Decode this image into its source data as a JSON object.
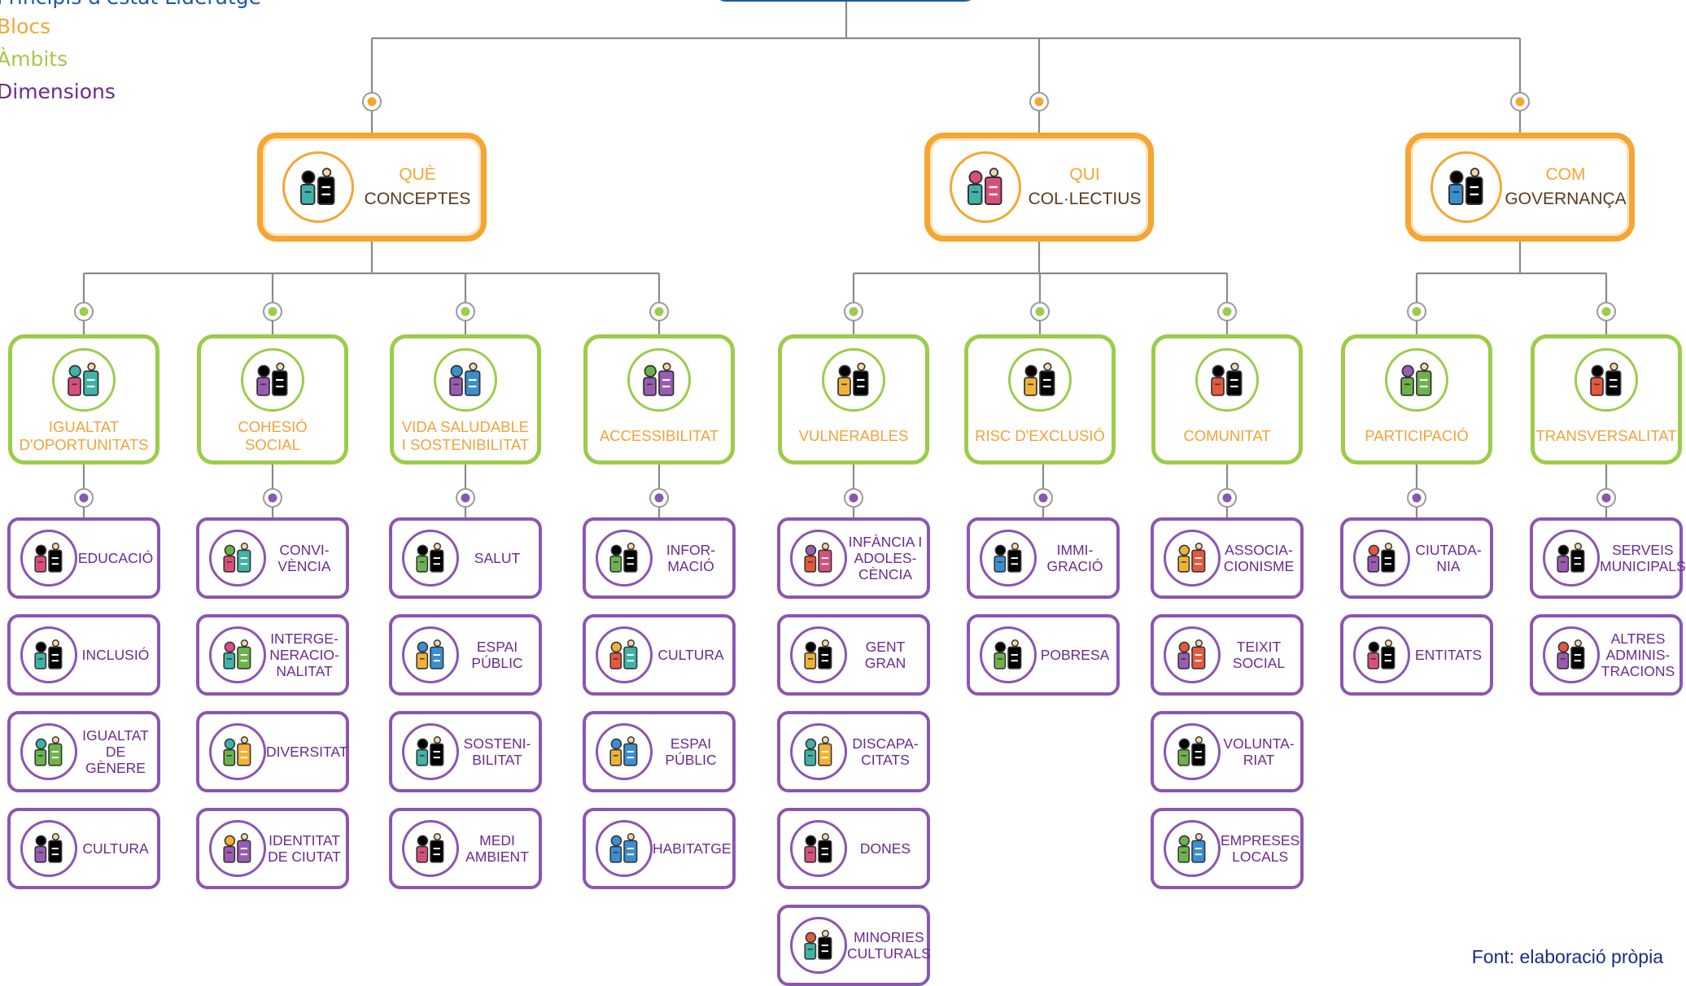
{
  "legend": [
    {
      "label": "Principis d'estat Lideratge",
      "color": "#1e5aa0"
    },
    {
      "label": "Blocs",
      "color": "#f6a531"
    },
    {
      "label": "Àmbits",
      "color": "#a8c84a"
    },
    {
      "label": "Dimensions",
      "color": "#6b2a8e"
    }
  ],
  "colors": {
    "line": "#8a8a8a",
    "bloc": "#f6a531",
    "ambit": "#9ccc4a",
    "dimension": "#8a56b4",
    "root": "#1e5aa0"
  },
  "blocs": [
    {
      "question": "QUÈ",
      "name": "CONCEPTES",
      "icon": "checklist-icon",
      "ambits": [
        {
          "label": "IGUALTAT\nD'OPORTUNITATS",
          "icon": "balance-people-icon",
          "dimensions": [
            {
              "label": "EDUCACIÓ",
              "icon": "globe-graduation-icon"
            },
            {
              "label": "INCLUSIÓ",
              "icon": "hands-together-icon"
            },
            {
              "label": "IGUALTAT\nDE\nGÈNERE",
              "icon": "gender-equality-icon"
            },
            {
              "label": "CULTURA",
              "icon": "theater-masks-icon"
            }
          ]
        },
        {
          "label": "COHESIÓ\nSOCIAL",
          "icon": "community-people-icon",
          "dimensions": [
            {
              "label": "CONVI-\nVÈNCIA",
              "icon": "people-heart-icon"
            },
            {
              "label": "INTERGE-\nNERACIO-\nNALITAT",
              "icon": "generations-icon"
            },
            {
              "label": "DIVERSITAT",
              "icon": "diverse-circle-icon"
            },
            {
              "label": "IDENTITAT\nDE CIUTAT",
              "icon": "city-building-icon"
            }
          ]
        },
        {
          "label": "VIDA SALUDABLE\nI SOSTENIBILITAT",
          "icon": "globe-plant-icon",
          "dimensions": [
            {
              "label": "SALUT",
              "icon": "heart-hand-icon"
            },
            {
              "label": "ESPAI\nPÚBLIC",
              "icon": "park-bench-icon"
            },
            {
              "label": "SOSTENI-\nBILITAT",
              "icon": "eco-globe-icon"
            },
            {
              "label": "MEDI\nAMBIENT",
              "icon": "city-sun-icon"
            }
          ]
        },
        {
          "label": "ACCESSIBILITAT",
          "icon": "lock-person-icon",
          "dimensions": [
            {
              "label": "INFOR-\nMACIÓ",
              "icon": "info-hand-icon"
            },
            {
              "label": "CULTURA",
              "icon": "theater-book-icon"
            },
            {
              "label": "ESPAI\nPÚBLIC",
              "icon": "park-bench-icon"
            },
            {
              "label": "HABITATGE",
              "icon": "buildings-icon"
            }
          ]
        }
      ]
    },
    {
      "question": "QUI",
      "name": "COL·LECTIUS",
      "icon": "crowd-globe-icon",
      "ambits": [
        {
          "label": "VULNERABLES",
          "icon": "family-icon",
          "dimensions": [
            {
              "label": "INFÀNCIA I\nADOLES-\nCÈNCIA",
              "icon": "child-icon"
            },
            {
              "label": "GENT GRAN",
              "icon": "elderly-couple-icon"
            },
            {
              "label": "DISCAPA-\nCITATS",
              "icon": "wheelchair-icon"
            },
            {
              "label": "DONES",
              "icon": "women-group-icon"
            },
            {
              "label": "MINORIES\nCULTURALS",
              "icon": "raised-fists-icon"
            }
          ]
        },
        {
          "label": "RISC D'EXCLUSIÓ",
          "icon": "worried-person-icon",
          "dimensions": [
            {
              "label": "IMMI-\nGRACIÓ",
              "icon": "migration-globe-icon"
            },
            {
              "label": "POBRESA",
              "icon": "no-money-icon"
            }
          ]
        },
        {
          "label": "COMUNITAT",
          "icon": "group-circle-icon",
          "dimensions": [
            {
              "label": "ASSOCIA-\nCIONISME",
              "icon": "meeting-table-icon"
            },
            {
              "label": "TEIXIT\nSOCIAL",
              "icon": "network-icon"
            },
            {
              "label": "VOLUNTA-\nRIAT",
              "icon": "handshake-icon"
            },
            {
              "label": "EMPRESES\nLOCALS",
              "icon": "market-icon"
            }
          ]
        }
      ]
    },
    {
      "question": "COM",
      "name": "GOVERNANÇA",
      "icon": "signpost-icon",
      "ambits": [
        {
          "label": "PARTICIPACIÓ",
          "icon": "raised-hands-icon",
          "dimensions": [
            {
              "label": "CIUTADA-\nNIA",
              "icon": "city-people-icon"
            },
            {
              "label": "ENTITATS",
              "icon": "organization-icon"
            }
          ]
        },
        {
          "label": "TRANSVERSALITAT",
          "icon": "ideas-people-icon",
          "dimensions": [
            {
              "label": "SERVEIS\nMUNICIPALS",
              "icon": "town-hall-icon"
            },
            {
              "label": "ALTRES\nADMINIS-\nTRACIONS",
              "icon": "government-icon"
            }
          ]
        }
      ]
    }
  ],
  "footer": "Font: elaboració pròpia"
}
